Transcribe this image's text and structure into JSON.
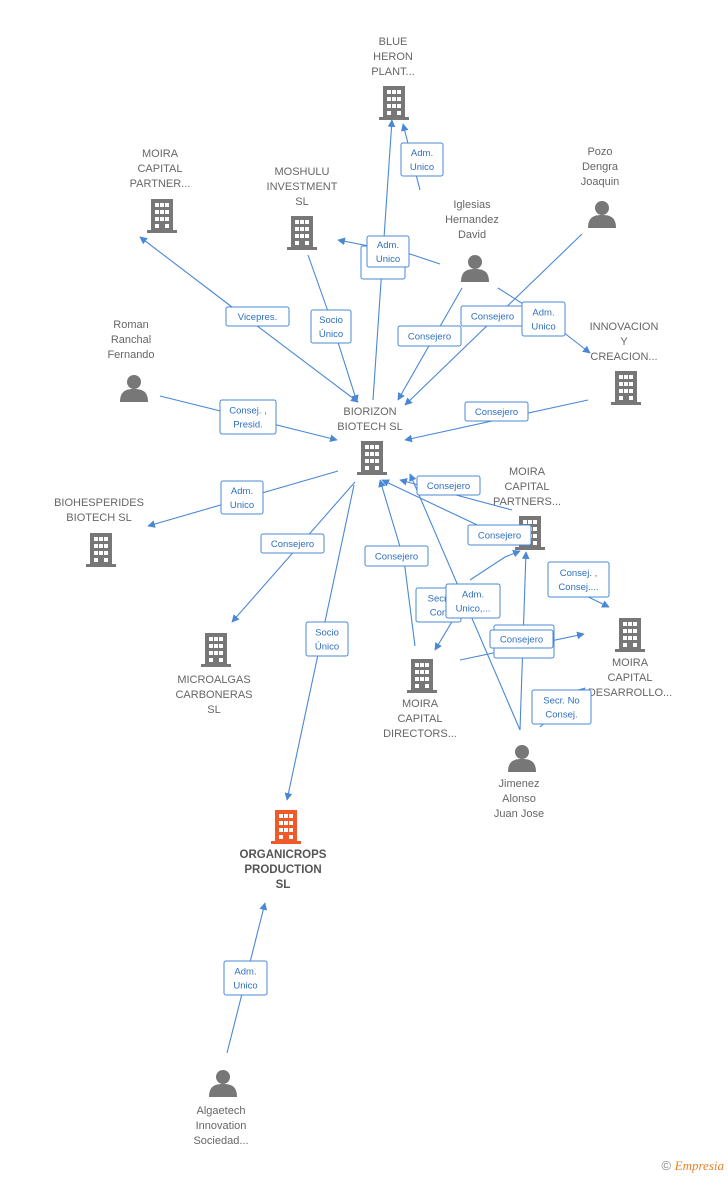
{
  "nodes": [
    {
      "id": "blue_heron",
      "type": "company",
      "lines": [
        "BLUE",
        "HERON",
        "PLANT..."
      ]
    },
    {
      "id": "moira_cp_top",
      "type": "company",
      "lines": [
        "MOIRA",
        "CAPITAL",
        "PARTNER..."
      ]
    },
    {
      "id": "moshulu",
      "type": "company",
      "lines": [
        "MOSHULU",
        "INVESTMENT",
        "SL"
      ]
    },
    {
      "id": "iglesias",
      "type": "person",
      "lines": [
        "Iglesias",
        "Hernandez",
        "David"
      ]
    },
    {
      "id": "pozo",
      "type": "person",
      "lines": [
        "Pozo",
        "Dengra",
        "Joaquin"
      ]
    },
    {
      "id": "roman",
      "type": "person",
      "lines": [
        "Roman",
        "Ranchal",
        "Fernando"
      ]
    },
    {
      "id": "innovacion",
      "type": "company",
      "lines": [
        "INNOVACION",
        "Y",
        "CREACION..."
      ]
    },
    {
      "id": "biorizon",
      "type": "company",
      "lines": [
        "BIORIZON",
        "BIOTECH SL"
      ]
    },
    {
      "id": "moira_cp_mid",
      "type": "company",
      "lines": [
        "MOIRA",
        "CAPITAL",
        "PARTNERS..."
      ]
    },
    {
      "id": "biohesperides",
      "type": "company",
      "lines": [
        "BIOHESPERIDES",
        "BIOTECH  SL"
      ]
    },
    {
      "id": "microalgas",
      "type": "company",
      "lines": [
        "MICROALGAS",
        "CARBONERAS",
        "SL"
      ]
    },
    {
      "id": "moira_directors",
      "type": "company",
      "lines": [
        "MOIRA",
        "CAPITAL",
        "DIRECTORS..."
      ]
    },
    {
      "id": "moira_desarrollo",
      "type": "company",
      "lines": [
        "MOIRA",
        "CAPITAL",
        "DESARROLLO..."
      ]
    },
    {
      "id": "jimenez",
      "type": "person",
      "lines": [
        "Jimenez",
        "Alonso",
        "Juan Jose"
      ]
    },
    {
      "id": "organicrops",
      "type": "company_main",
      "lines": [
        "ORGANICROPS",
        "PRODUCTION",
        "SL"
      ]
    },
    {
      "id": "algaetech",
      "type": "person",
      "lines": [
        "Algaetech",
        "Innovation",
        "Sociedad..."
      ]
    }
  ],
  "edge_labels": [
    {
      "id": "adm_unico_blue",
      "lines": [
        "Adm.",
        "Unico"
      ]
    },
    {
      "id": "unico_behind",
      "lines": [
        "Unico"
      ]
    },
    {
      "id": "adm_unico_moshulu",
      "lines": [
        "Adm.",
        "Unico"
      ]
    },
    {
      "id": "vicepres",
      "lines": [
        "Vicepres."
      ]
    },
    {
      "id": "socio_unico_moshulu",
      "lines": [
        "Socio",
        "Único"
      ]
    },
    {
      "id": "consejero_iglesias",
      "lines": [
        "Consejero"
      ]
    },
    {
      "id": "consejero_pozo",
      "lines": [
        "Consejero"
      ]
    },
    {
      "id": "adm_unico_innov",
      "lines": [
        "Adm.",
        "Unico"
      ]
    },
    {
      "id": "consej_presid",
      "lines": [
        "Consej. ,",
        "Presid."
      ]
    },
    {
      "id": "consejero_innov",
      "lines": [
        "Consejero"
      ]
    },
    {
      "id": "adm_unico_biohesp",
      "lines": [
        "Adm.",
        "Unico"
      ]
    },
    {
      "id": "consejero_mcp",
      "lines": [
        "Consejero"
      ]
    },
    {
      "id": "consejero_micro",
      "lines": [
        "Consejero"
      ]
    },
    {
      "id": "consejero_jimenez_mcp",
      "lines": [
        "Consejero"
      ]
    },
    {
      "id": "consejero_directors",
      "lines": [
        "Consejero"
      ]
    },
    {
      "id": "consej_consej",
      "lines": [
        "Consej. ,",
        "Consej...."
      ]
    },
    {
      "id": "secr_back",
      "lines": [
        "Secr.",
        "Con"
      ]
    },
    {
      "id": "adm_unico_dots",
      "lines": [
        "Adm.",
        "Unico,..."
      ]
    },
    {
      "id": "socio_unico_org",
      "lines": [
        "Socio",
        "Único"
      ]
    },
    {
      "id": "consej_back",
      "lines": [
        "Consej."
      ]
    },
    {
      "id": "consejero_desarrollo",
      "lines": [
        "Consejero"
      ]
    },
    {
      "id": "secr_no_consej",
      "lines": [
        "Secr.  No",
        "Consej."
      ]
    },
    {
      "id": "adm_unico_algae",
      "lines": [
        "Adm.",
        "Unico"
      ]
    }
  ],
  "colors": {
    "edge": "#4a88d6",
    "node_icon": "#777777",
    "main_icon": "#f05a28",
    "label_text": "#666666",
    "box_text": "#2f6fc0"
  },
  "footer": {
    "copyright": "©",
    "brand": "Empresia"
  }
}
